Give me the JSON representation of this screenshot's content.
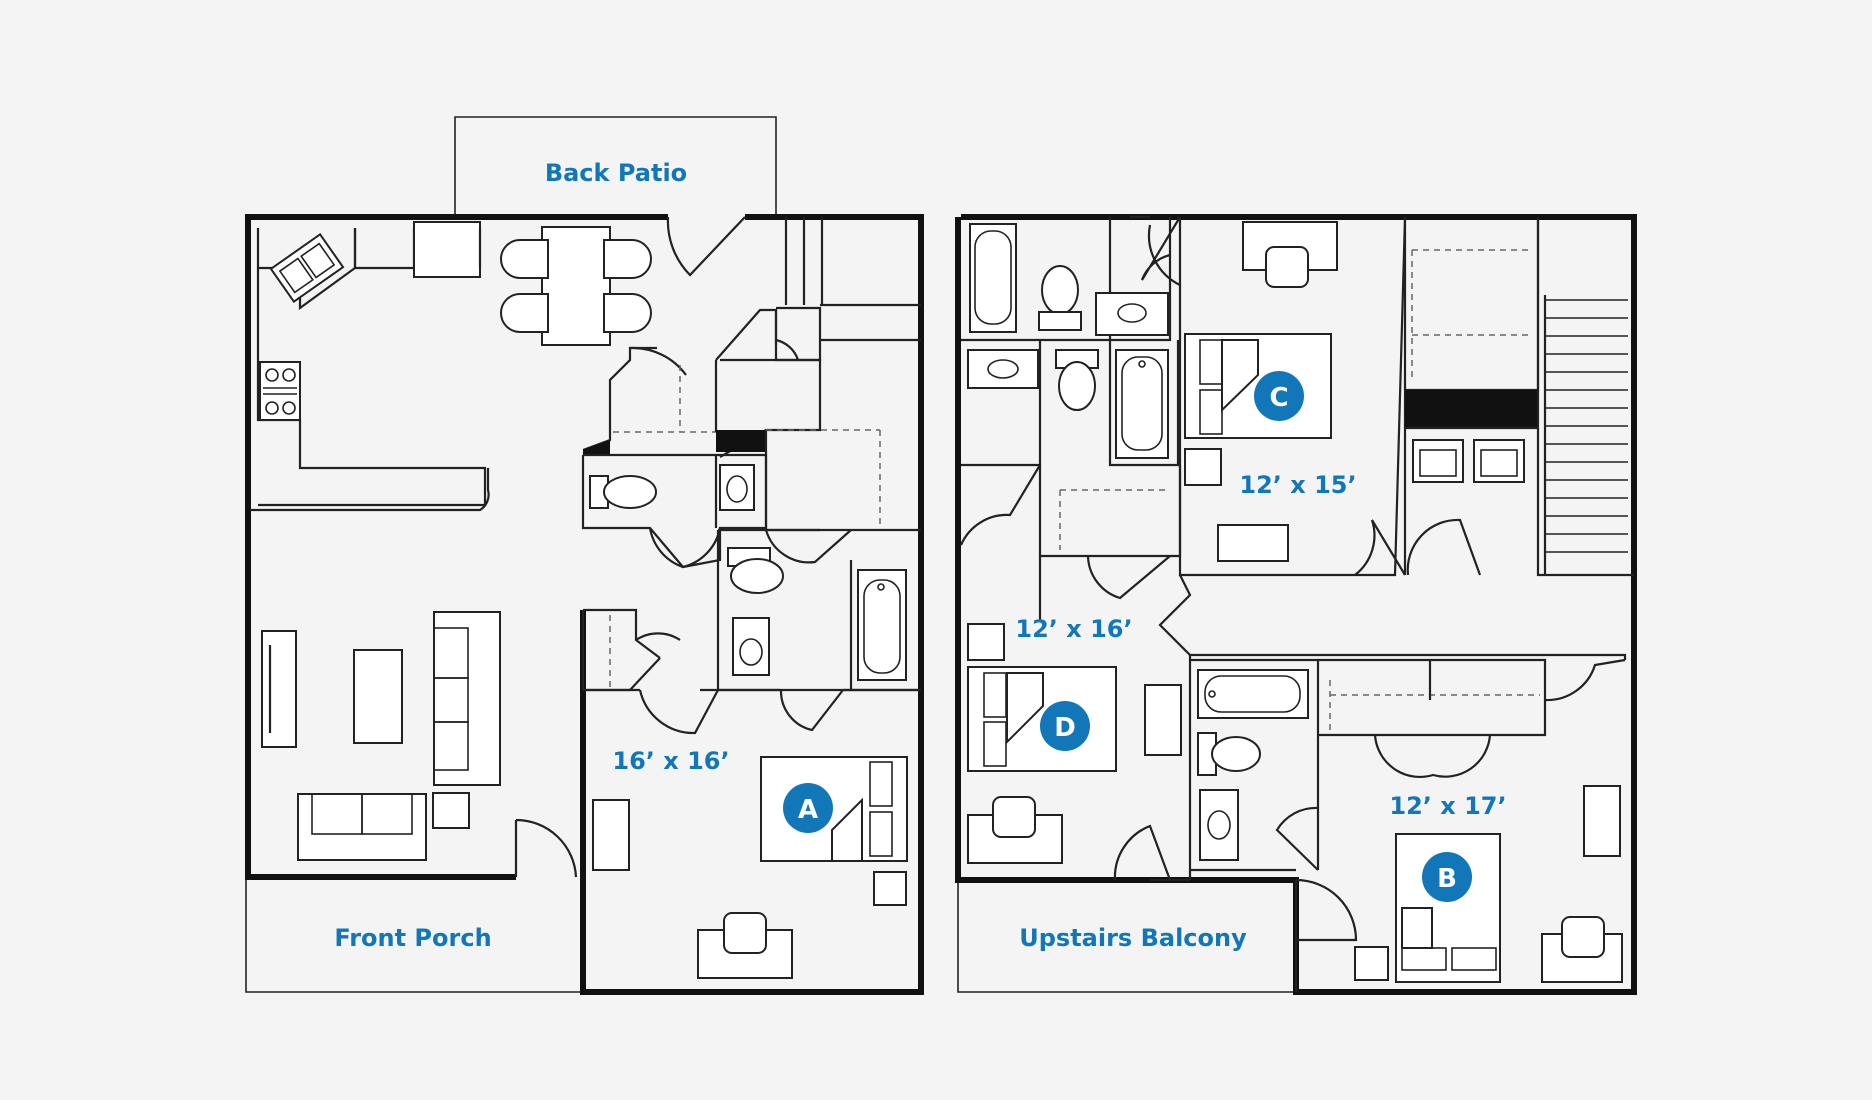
{
  "labels": {
    "back_patio": "Back Patio",
    "front_porch": "Front Porch",
    "upstairs_balcony": "Upstairs Balcony"
  },
  "bedrooms": {
    "a": {
      "badge": "A",
      "size": "16’ x 16’"
    },
    "b": {
      "badge": "B",
      "size": "12’ x 17’"
    },
    "c": {
      "badge": "C",
      "size": "12’ x 15’"
    },
    "d": {
      "badge": "D",
      "size": "12’ x 16’"
    }
  },
  "colors": {
    "accent": "#1277b8",
    "wall": "#111111",
    "background": "#f4f4f4"
  }
}
